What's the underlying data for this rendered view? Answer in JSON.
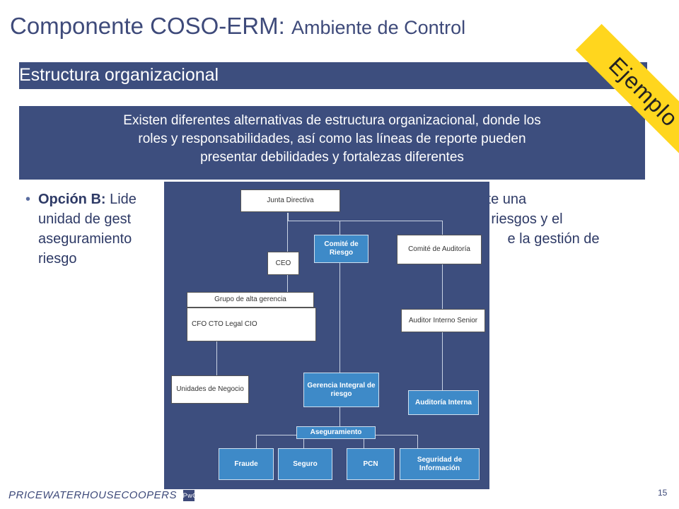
{
  "title": {
    "main": "Componente COSO-ERM:",
    "sub": "Ambiente de Control"
  },
  "section": "Estructura organizacional",
  "ribbon": "Ejemplo",
  "info": {
    "line1": "Existen diferentes alternativas de estructura organizacional, donde los",
    "line2": "roles y responsabilidades, así como las líneas de reporte pueden",
    "line3": "presentar debilidades y fortalezas diferentes"
  },
  "bullet": {
    "lead": "Opción B:",
    "line1_left": "Lide",
    "line1_right": "nto: existe una",
    "line2_left": "unidad de gest",
    "line2_right": "riesgos y el",
    "line3_left": "aseguramiento",
    "line3_right": "e la gestión de",
    "line4_left": "riesgo"
  },
  "org": {
    "junta": "Junta Directiva",
    "comite_riesgo": "Comité de Riesgo",
    "comite_auditoria": "Comité de Auditoría",
    "ceo": "CEO",
    "alta_gerencia": "Grupo de alta gerencia",
    "cfo_row": "CFO   CTO  Legal   CIO",
    "auditor_interno": "Auditor Interno Senior",
    "unidades": "Unidades de Negocio",
    "gerencia_integral": "Gerencia Integral de riesgo",
    "auditoria_interna": "Auditoría Interna",
    "aseguramiento": "Aseguramiento",
    "fraude": "Fraude",
    "seguro": "Seguro",
    "pcn": "PCN",
    "seguridad": "Seguridad de Información"
  },
  "footer": {
    "logo": "PRICEWATERHOUSECOOPERS",
    "logo_mark": "PwC"
  },
  "page_number": "15"
}
